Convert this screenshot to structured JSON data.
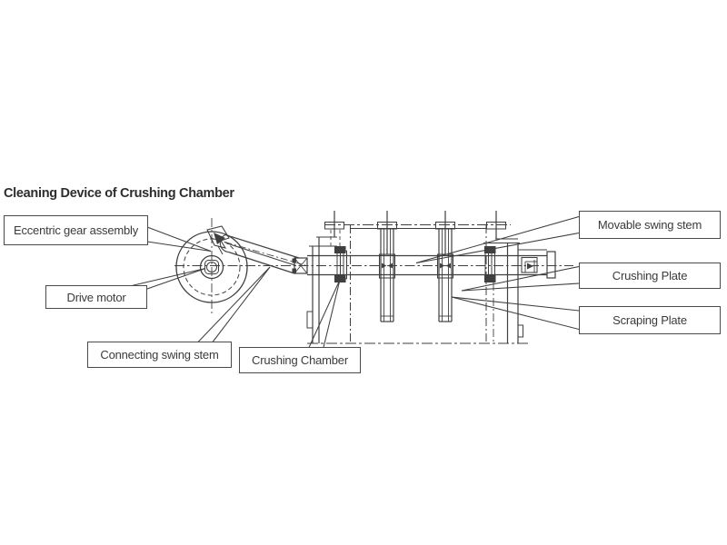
{
  "page": {
    "title": "Cleaning Device of Crushing Chamber",
    "background_color": "#ffffff"
  },
  "diagram": {
    "line_color": "#3f3f3f",
    "box_border_color": "#4a4a4a",
    "text_color": "#3b3b3b",
    "labels": [
      {
        "id": "eccentric-gear-assembly",
        "text": "Eccentric gear assembly"
      },
      {
        "id": "drive-motor",
        "text": "Drive motor"
      },
      {
        "id": "connecting-swing-stem",
        "text": "Connecting swing stem"
      },
      {
        "id": "crushing-chamber",
        "text": "Crushing Chamber"
      },
      {
        "id": "movable-swing-stem",
        "text": "Movable swing stem"
      },
      {
        "id": "crushing-plate",
        "text": "Crushing Plate"
      },
      {
        "id": "scraping-plate",
        "text": "Scraping Plate"
      }
    ]
  }
}
